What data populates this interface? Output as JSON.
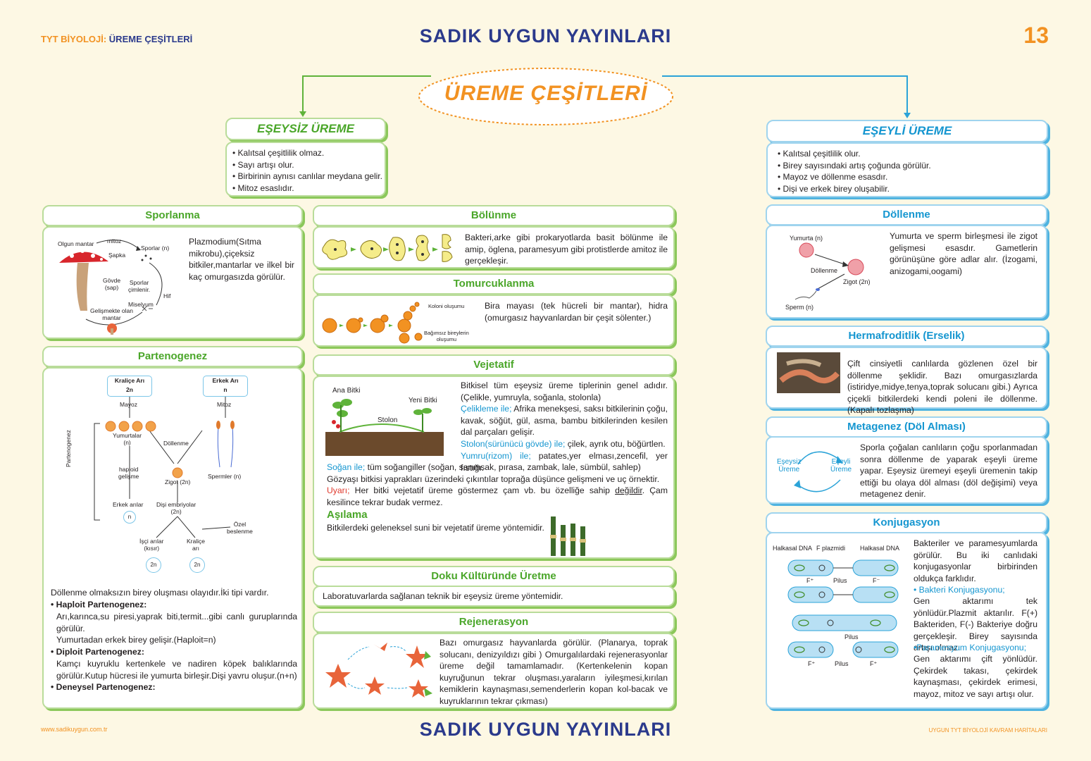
{
  "header": {
    "subject": "TYT BİYOLOJİ:",
    "topic": "ÜREME  ÇEŞİTLERİ",
    "brand": "SADIK  UYGUN  YAYINLARI",
    "page_number": "13"
  },
  "footer": {
    "website": "www.sadikuygun.com.tr",
    "brand": "SADIK  UYGUN  YAYINLARI",
    "series": "UYGUN TYT BİYOLOJİ KAVRAM HARİTALARI"
  },
  "main_title": "ÜREME ÇEŞİTLERİ",
  "eseysiz": {
    "title": "EŞEYSİZ ÜREME",
    "points": [
      "Kalıtsal çeşitlilik olmaz.",
      "Sayı artışı olur.",
      "Birbirinin aynısı canlılar meydana gelir.",
      "Mitoz esaslıdır."
    ]
  },
  "eseyli": {
    "title": "EŞEYLİ ÜREME",
    "points": [
      "Kalıtsal çeşitlilik olur.",
      "Birey sayısındaki artış çoğunda görülür.",
      "Mayoz ve döllenme esasdır.",
      "Dişi ve erkek birey oluşabilir."
    ]
  },
  "sporlanma": {
    "title": "Sporlanma",
    "text": "Plazmodium(Sıtma mikrobu),çiçeksiz bitkiler,mantarlar ve ilkel bir kaç omurgasızda görülür.",
    "labels": {
      "olgun": "Olgun mantar",
      "mitoz": "mitoz",
      "sapka": "Şapka",
      "sporlar": "Sporlar (n)",
      "govde": "Gövde\n(sap)",
      "cimlenir": "Sporlar\nçimlenir.",
      "hif": "Hif",
      "miselyum": "Miselyum",
      "gelisen": "Gelişmekte olan\nmantar"
    }
  },
  "bolunme": {
    "title": "Bölünme",
    "text": "Bakteri,arke gibi prokaryotlarda basit bölünme ile amip, öglena, paramesyum gibi protistlerde amitoz ile gerçekleşir."
  },
  "tomurcuklanma": {
    "title": "Tomurcuklanma",
    "text": "Bira mayası (tek hücreli bir mantar), hidra (omurgasız hayvanlardan bir çeşit sölenter.)",
    "labels": {
      "koloni": "Koloni oluşumu",
      "bagimsiz": "Bağımsız bireylerin\noluşumu"
    }
  },
  "vejetatif": {
    "title": "Vejetatif",
    "labels": {
      "ana": "Ana Bitki",
      "yeni": "Yeni Bitki",
      "stolon": "Stolon"
    },
    "intro": "Bitkisel tüm eşeysiz üreme tiplerinin genel adıdır. (Çelikle, yumruyla, soğanla, stolonla)",
    "celikle_key": "Çelikleme ile;",
    "celikle_text": " Afrika menekşesi, saksı bitkilerinin çoğu, kavak, söğüt, gül, asma, bambu bitkilerinden kesilen dal parçaları gelişir.",
    "stolon_key": "Stolon(sürünücü gövde) ile;",
    "stolon_text": " çilek, ayrık otu, böğürtlen.",
    "yumru_key": "Yumru(rizom) ile;",
    "yumru_text": " patates,yer elması,zencefil, yer fıstığı.",
    "sogan_key": "Soğan ile;",
    "sogan_text": " tüm soğangiller (soğan, sarımsak, pırasa, zambak, lale, sümbül, sahlep)",
    "gozyasi": "Gözyaşı bitkisi yaprakları üzerindeki çıkıntılar toprağa düşünce gelişmeni ve uç örnektir.",
    "uyari_key": "Uyarı;",
    "uyari_text": " Her bitki vejetatif üreme göstermez çam vb. bu özelliğe sahip ",
    "uyari_u": "değildir",
    "uyari_end": ". Çam kesilince tekrar budak vermez.",
    "asilama_title": "Aşılama",
    "asilama_text": "Bitkilerdeki geleneksel suni bir vejetatif üreme yöntemidir."
  },
  "doku": {
    "title": "Doku Kültüründe Üretme",
    "text": "Laboratuvarlarda sağlanan teknik bir eşeysiz üreme yöntemidir."
  },
  "rejenerasyon": {
    "title": "Rejenerasyon",
    "text": "Bazı omurgasız hayvanlarda görülür. (Planarya, toprak solucanı, denizyıldızı gibi ) Omurgalılardaki rejenerasyonlar üreme değil tamamlamadır. (Kertenkelenin kopan kuyruğunun tekrar oluşması,yaraların iyileşmesi,kırılan kemiklerin kaynaşması,semenderlerin kopan kol-bacak ve kuyruklarının tekrar çıkması)"
  },
  "partenogenez": {
    "title": "Partenogenez",
    "diagram": {
      "kralice": "Kraliçe Arı",
      "kralice_n": "2n",
      "erkek": "Erkek Arı",
      "erkek_n": "n",
      "mayoz": "Mayoz",
      "mitoz": "Mitoz",
      "yumurtalar": "Yumurtalar\n(n)",
      "dollenme": "Döllenme",
      "haploid": "haploid\ngelişme",
      "zigot": "Zigot (2n)",
      "spermler": "Spermler (n)",
      "erkek_arilar": "Erkek arılar",
      "n": "n",
      "disi": "Dişi embriyolar\n(2n)",
      "ozel": "Özel\nbeslenme",
      "isci": "İşçi arılar\n(kısır)",
      "kralice_ari": "Kraliçe\narı",
      "two_n": "2n",
      "side": "Partenogenez"
    },
    "intro": "Döllenme olmaksızın birey oluşması olayıdır.İki tipi vardır.",
    "haploit_title": "Haploit Partenogenez:",
    "haploit_text1": "Arı,karınca,su piresi,yaprak biti,termit...gibi canlı guruplarında görülür.",
    "haploit_text2": "Yumurtadan erkek birey gelişir.(Haploit=n)",
    "diploit_title": "Diploit Partenogenez:",
    "diploit_text": "Kamçı kuyruklu kertenkele ve nadiren köpek balıklarında görülür.Kutup hücresi ile yumurta birleşir.Dişi yavru oluşur.(n+n)",
    "deneysel_title": "Deneysel Partenogenez:"
  },
  "dollenme": {
    "title": "Döllenme",
    "labels": {
      "yumurta": "Yumurta (n)",
      "dollenme": "Döllenme",
      "zigot": "Zigot (2n)",
      "sperm": "Sperm (n)"
    },
    "text": "Yumurta ve sperm birleşmesi ile zigot gelişmesi esasdır. Gametlerin görünüşüne göre adlar alır. (İzogami, anizogami,oogami)"
  },
  "hermafrodit": {
    "title": "Hermafroditlik (Erselik)",
    "text": "Çift cinsiyetli canlılarda gözlenen özel bir döllenme şeklidir. Bazı omurgasızlarda (istiridye,midye,tenya,toprak solucanı gibi.) Ayrıca çiçekli bitkilerdeki kendi poleni ile döllenme. (Kapalı tozlaşma)"
  },
  "metagenez": {
    "title": "Metagenez (Döl Alması)",
    "labels": {
      "eseysiz": "Eşeysiz\nÜreme",
      "eseyli": "Eşeyli\nÜreme"
    },
    "text": "Sporla çoğalan canlıların çoğu sporlanmadan sonra döllenme de yaparak eşeyli üreme yapar. Eşeysiz üremeyi eşeyli üremenin takip ettiği bu olaya döl alması (döl değişimi) veya metagenez denir."
  },
  "konjugasyon": {
    "title": "Konjugasyon",
    "labels": {
      "halkasal1": "Halkasal DNA",
      "fplazmid": "F plazmidi",
      "halkasal2": "Halkasal DNA",
      "pilus": "Pilus",
      "fplus": "F⁺",
      "fminus": "F⁻"
    },
    "intro": "Bakteriler ve paramesyumlarda görülür. Bu iki canlıdaki konjugasyonlar birbirinden oldukça farklıdır.",
    "bakteri_key": "• Bakteri Konjugasyonu;",
    "bakteri_text": "Gen aktarımı tek yönlüdür.Plazmit aktarılır. F(+) Bakteriden, F(-) Bakteriye doğru gerçekleşir. Birey sayısında artışı olmaz.",
    "param_key": "•Paramesyum Konjugasyonu;",
    "param_text": "Gen aktarımı çift yönlüdür. Çekirdek takası, çekirdek kaynaşması, çekirdek erimesi, mayoz, mitoz ve sayı artışı olur."
  }
}
